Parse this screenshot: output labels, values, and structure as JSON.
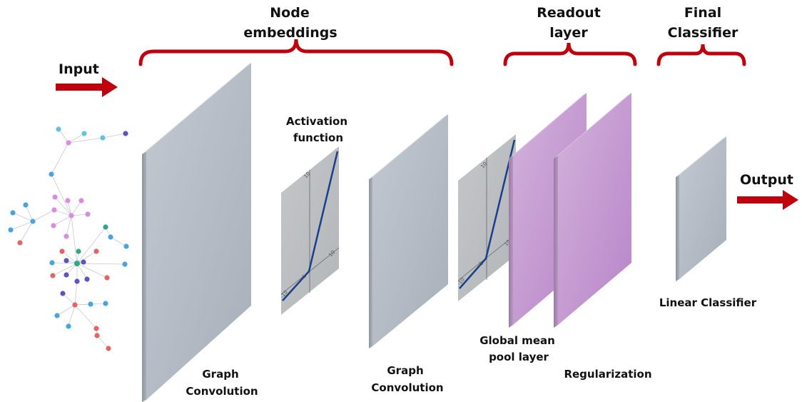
{
  "sections": {
    "node_embeddings": [
      "Node",
      "embeddings"
    ],
    "readout": [
      "Readout",
      "layer"
    ],
    "final_classifier": [
      "Final",
      "Classifier"
    ]
  },
  "input_label": "Input",
  "output_label": "Output",
  "layers": {
    "graph_conv_1": [
      "Graph",
      "Convolution"
    ],
    "activation": [
      "Activation",
      "function"
    ],
    "graph_conv_2": [
      "Graph",
      "Convolution"
    ],
    "global_mean_pool": [
      "Global mean",
      "pool layer"
    ],
    "regularization": "Regularization",
    "linear_classifier": "Linear Classifier"
  },
  "relu_plot": {
    "tick_y": "10",
    "tick_x": "10",
    "tick_neg": "-10",
    "tick_zero": "-1"
  },
  "colors": {
    "bracket": "#c0000c",
    "arrow": "#c0000c",
    "panel_gray": "#b3bac4",
    "panel_purple": "#c9a0d6",
    "relu_line": "#1a3f8a"
  },
  "graph_node_colors": [
    "#4aa3df",
    "#5b55c2",
    "#e06666",
    "#d98de0",
    "#2fa88a",
    "#62c3dc"
  ]
}
